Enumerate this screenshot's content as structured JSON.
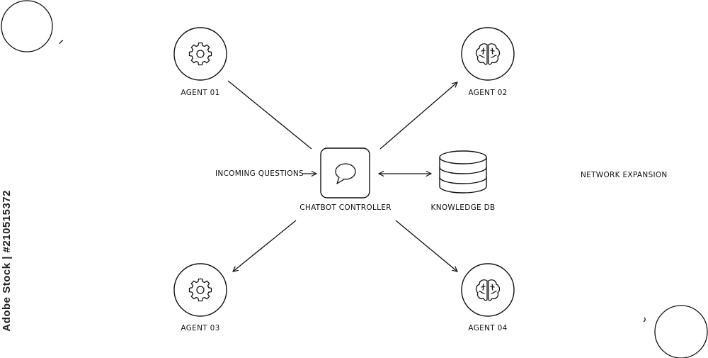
{
  "nodes": {
    "agent_01": {
      "label": "AGENT 01",
      "icon": "gear-icon"
    },
    "agent_02": {
      "label": "AGENT 02",
      "icon": "brain-icon"
    },
    "agent_03": {
      "label": "AGENT 03",
      "icon": "gear-icon"
    },
    "agent_04": {
      "label": "AGENT 04",
      "icon": "brain-icon"
    },
    "controller": {
      "label": "CHATBOT CONTROLLER",
      "icon": "chat-bubble-icon"
    },
    "knowledge": {
      "label": "KNOWLEDGE DB",
      "icon": "database-icon"
    }
  },
  "labels": {
    "incoming": "INCOMING QUESTIONS",
    "network": "NETWORK EXPANSION"
  },
  "watermark": {
    "stock_id": "Adobe Stock | #210515372"
  },
  "colors": {
    "stroke": "#111111",
    "background": "#ffffff"
  }
}
